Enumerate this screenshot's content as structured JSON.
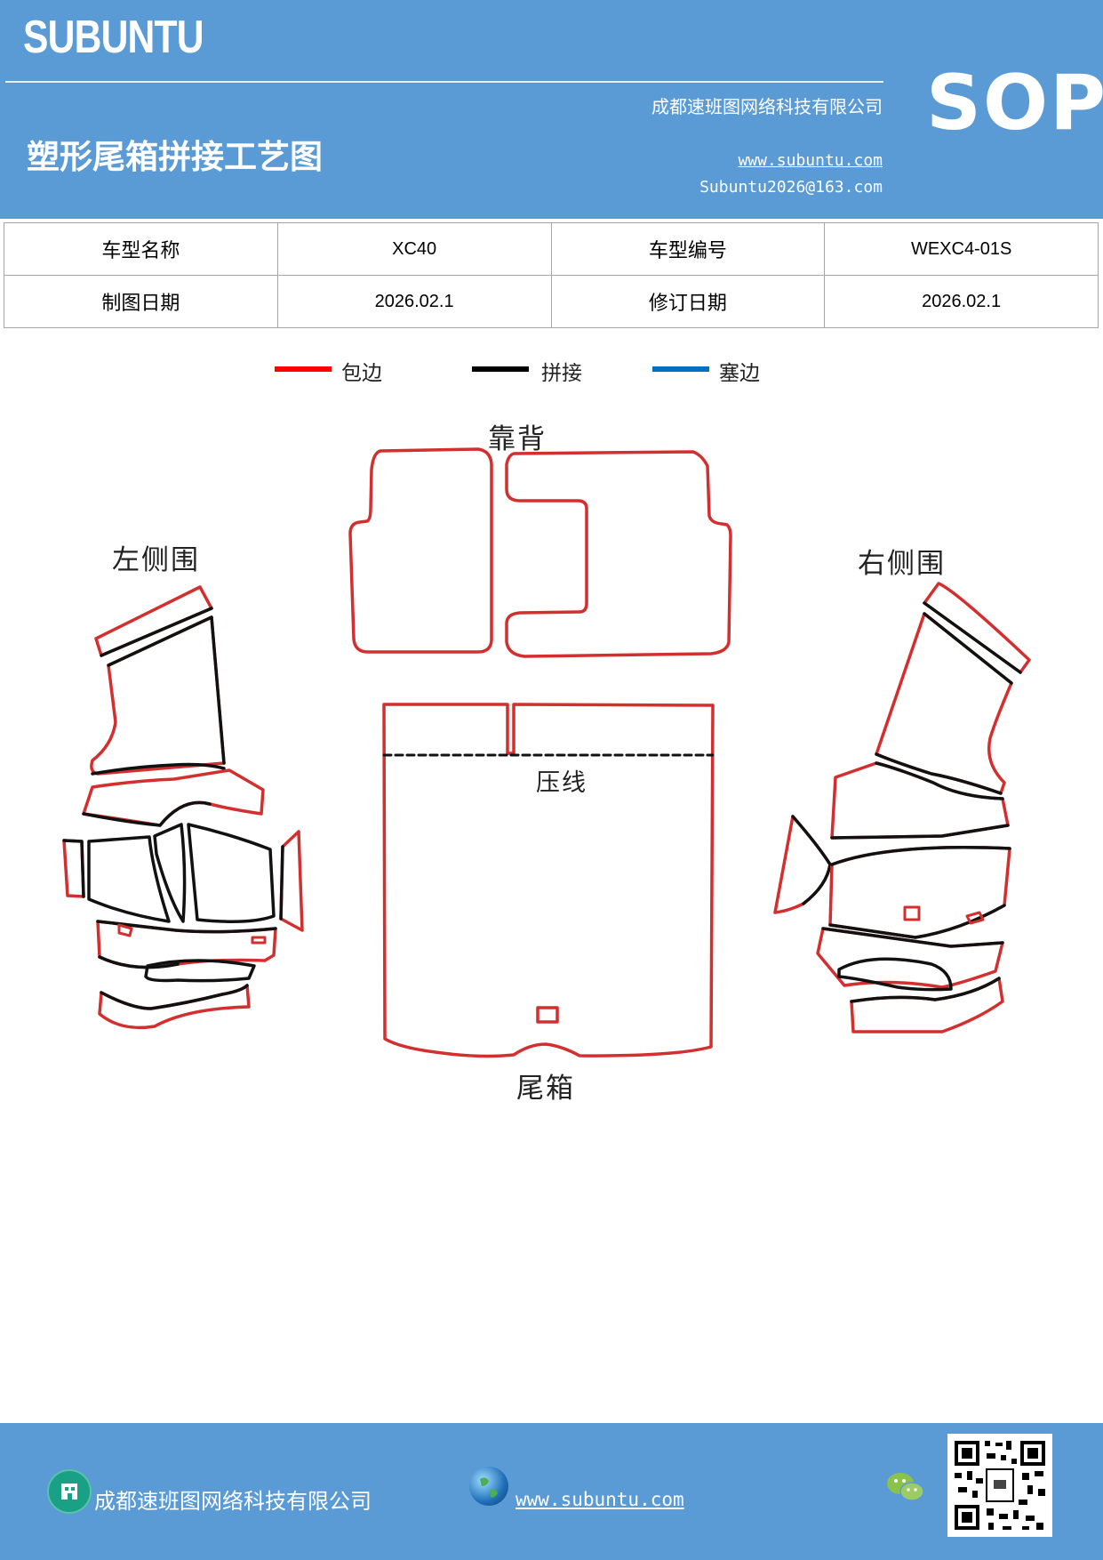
{
  "header": {
    "brand": "SUBUNTU",
    "sop": "SOP",
    "company": "成都速班图网络科技有限公司",
    "title": "塑形尾箱拼接工艺图",
    "website": "www.subuntu.com",
    "email": "Subuntu2026@163.com"
  },
  "info_table": {
    "model_name_label": "车型名称",
    "model_name_value": "XC40",
    "model_code_label": "车型编号",
    "model_code_value": "WEXC4-01S",
    "draw_date_label": "制图日期",
    "draw_date_value": "2026.02.1",
    "revise_date_label": "修订日期",
    "revise_date_value": "2026.02.1"
  },
  "legend": [
    {
      "label": "包边",
      "color": "#ff0000"
    },
    {
      "label": "拼接",
      "color": "#000000"
    },
    {
      "label": "塞边",
      "color": "#0070c0"
    }
  ],
  "diagram": {
    "backrest": "靠背",
    "left_side": "左侧围",
    "right_side": "右侧围",
    "crease": "压线",
    "trunk": "尾箱",
    "edge_color": "#d32f2f",
    "seam_color": "#111111"
  },
  "footer": {
    "company": "成都速班图网络科技有限公司",
    "website": "www.subuntu.com"
  }
}
